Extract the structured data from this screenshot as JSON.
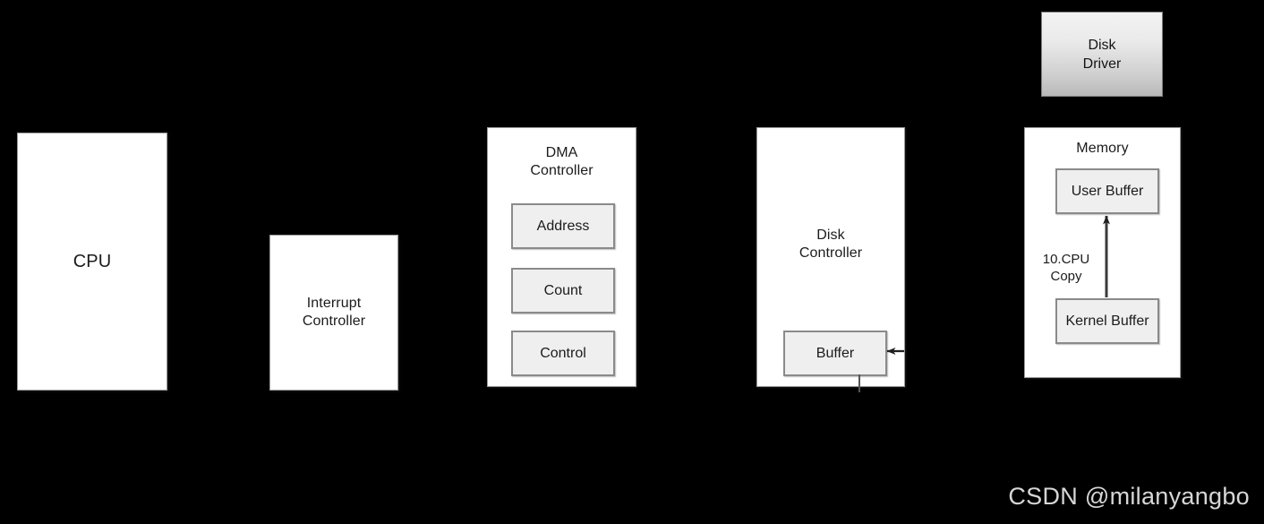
{
  "diagram": {
    "background_color": "#000000",
    "nodes": {
      "disk_driver": {
        "label": "Disk\nDriver"
      },
      "cpu": {
        "label": "CPU"
      },
      "interrupt_controller": {
        "label": "Interrupt\nController"
      },
      "dma_controller": {
        "label": "DMA\nController",
        "registers": [
          {
            "label": "Address"
          },
          {
            "label": "Count"
          },
          {
            "label": "Control"
          }
        ]
      },
      "disk_controller": {
        "label": "Disk\nController",
        "buffer": {
          "label": "Buffer"
        }
      },
      "memory": {
        "label": "Memory",
        "user_buffer": {
          "label": "User Buffer"
        },
        "kernel_buffer": {
          "label": "Kernel Buffer"
        }
      }
    },
    "edges": {
      "cpu_copy": {
        "label": "10.CPU\nCopy"
      }
    }
  },
  "watermark": {
    "text": "CSDN @milanyangbo"
  }
}
